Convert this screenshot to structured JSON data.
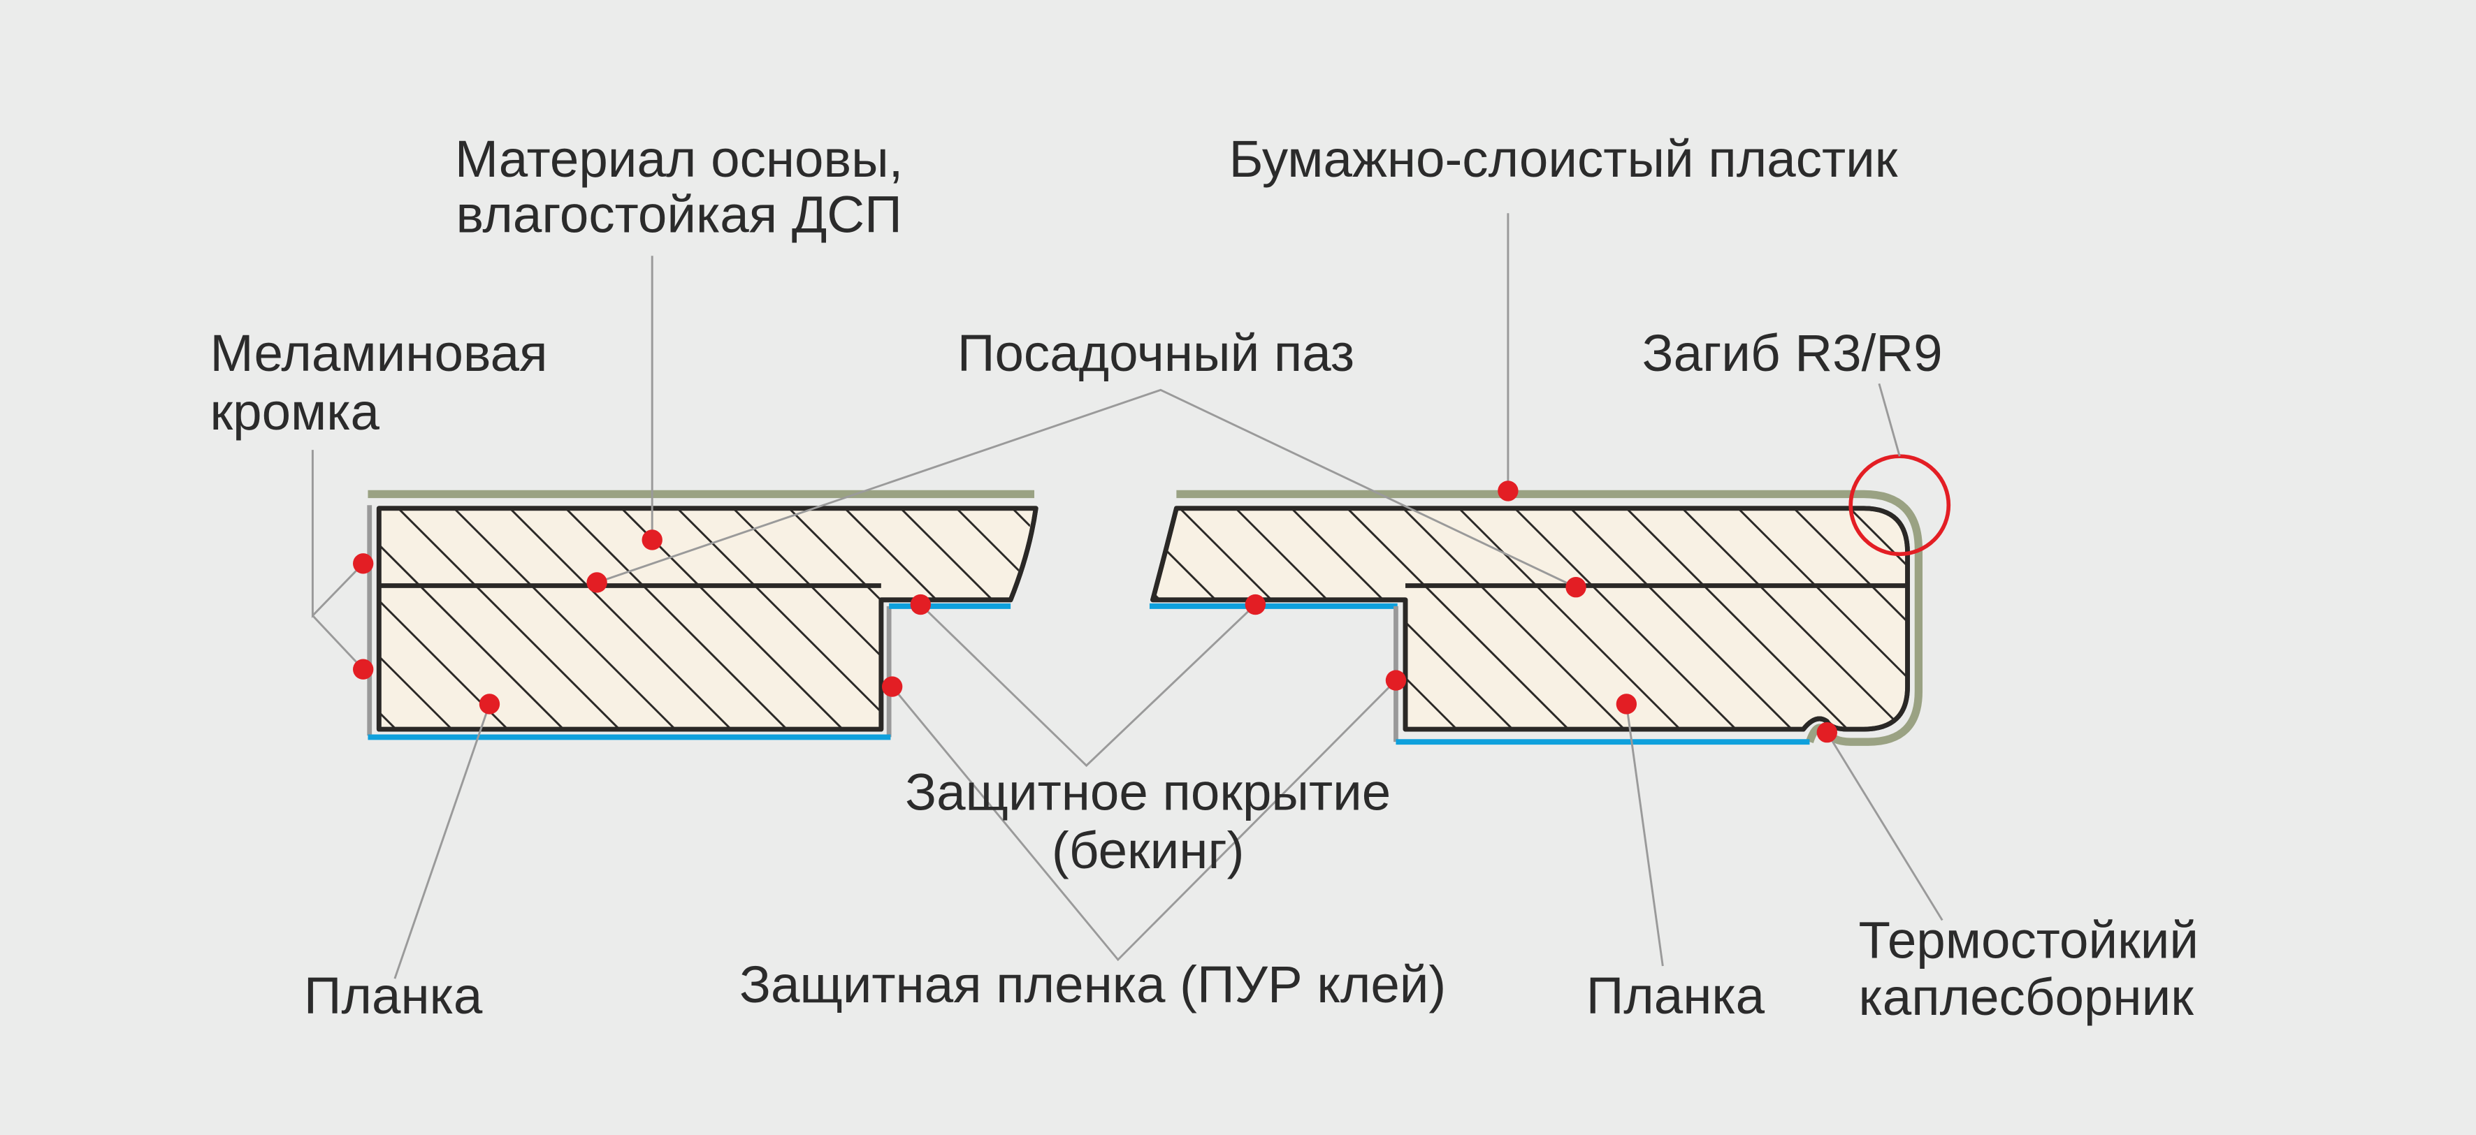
{
  "labels": {
    "base_material_1": "Материал основы,",
    "base_material_2": "влагостойкая ДСП",
    "hpl": "Бумажно-слоистый пластик",
    "melamine_edge_1": "Меламиновая",
    "melamine_edge_2": "кромка",
    "groove": "Посадочный паз",
    "bend": "Загиб R3/R9",
    "backing_1": "Защитное покрытие",
    "backing_2": "(бекинг)",
    "plank_left": "Планка",
    "film": "Защитная пленка (ПУР клей)",
    "plank_right": "Планка",
    "drip_1": "Термостойкий",
    "drip_2": "каплесборник"
  },
  "colors": {
    "background": "#ebeceb",
    "laminate": "#9aa283",
    "backing": "#0ea0dc",
    "marker": "#e31e24",
    "board": "#f8f1e4"
  }
}
